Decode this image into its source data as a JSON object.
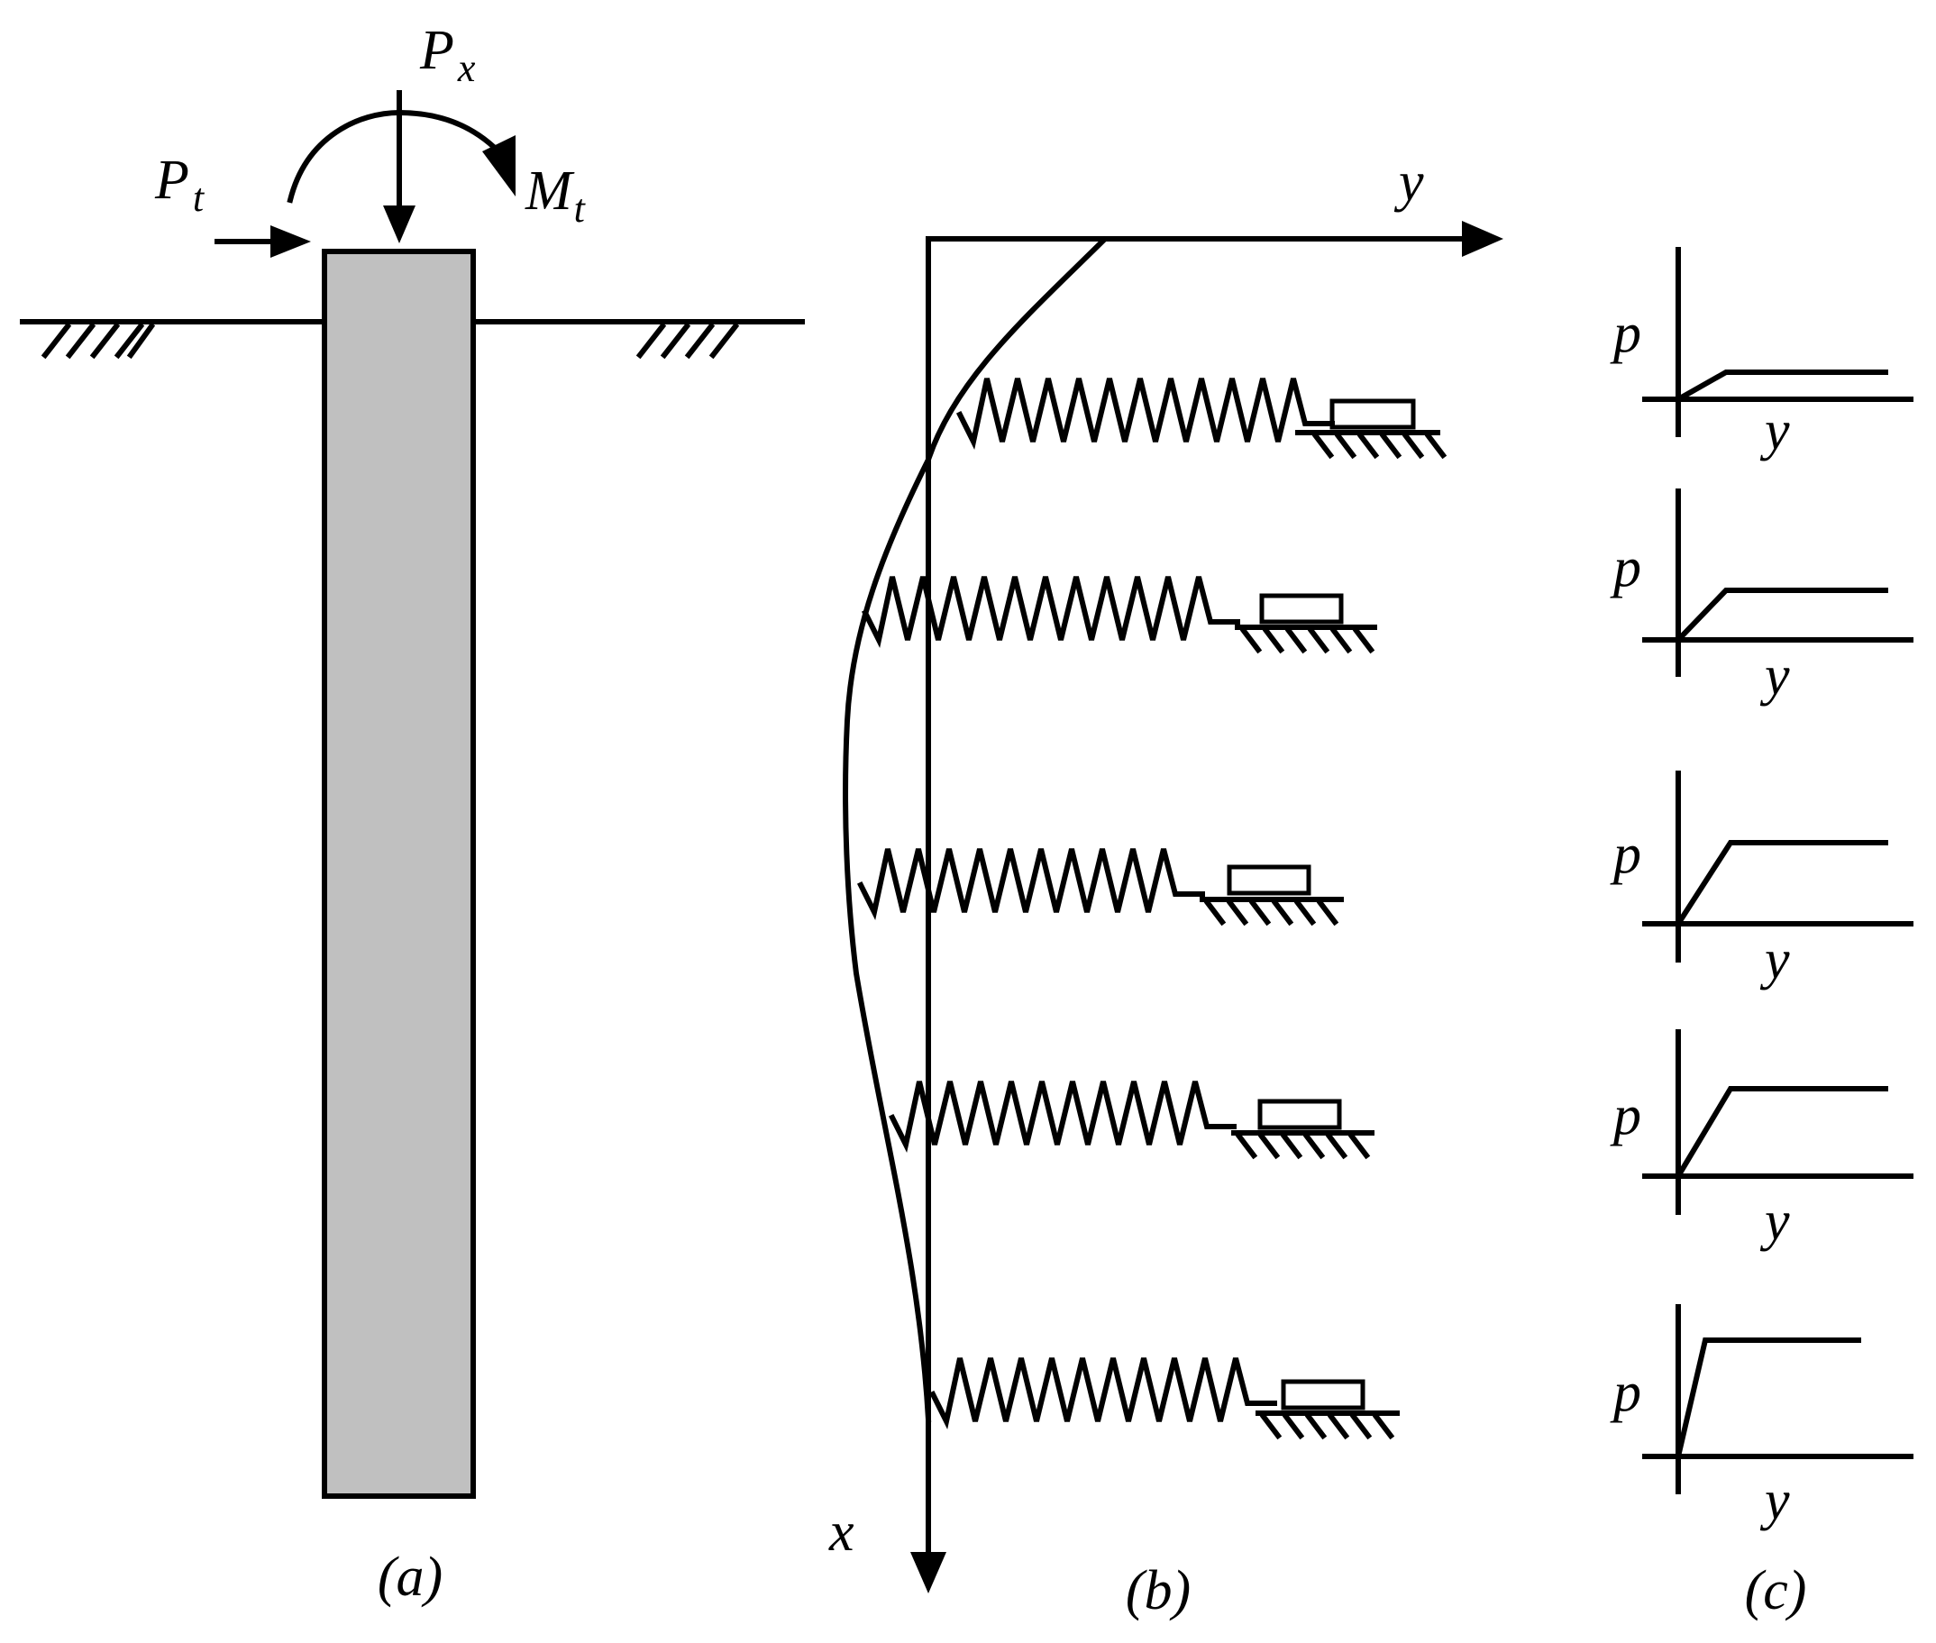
{
  "panel_a": {
    "axial_load": "P",
    "axial_load_sub": "x",
    "lateral_load": "P",
    "lateral_load_sub": "t",
    "moment": "M",
    "moment_sub": "t",
    "caption": "(a)",
    "pile_fill": "#c0c0c0"
  },
  "panel_b": {
    "y_axis": "y",
    "x_axis": "x",
    "caption": "(b)"
  },
  "panel_c": {
    "curves": [
      {
        "p_label": "p",
        "y_label": "y"
      },
      {
        "p_label": "p",
        "y_label": "y"
      },
      {
        "p_label": "p",
        "y_label": "y"
      },
      {
        "p_label": "p",
        "y_label": "y"
      },
      {
        "p_label": "p",
        "y_label": "y"
      }
    ],
    "caption": "(c)"
  }
}
